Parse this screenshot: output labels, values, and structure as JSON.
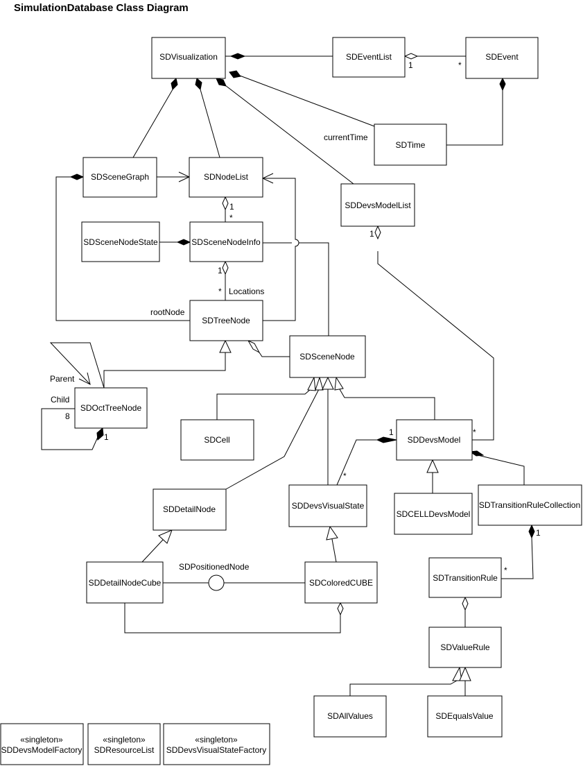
{
  "title": "SimulationDatabase Class Diagram",
  "classes": {
    "sdvisualization": "SDVisualization",
    "sdeventlist": "SDEventList",
    "sdevent": "SDEvent",
    "sdtime": "SDTime",
    "sdscenegraph": "SDSceneGraph",
    "sdnodelist": "SDNodeList",
    "sddevsmodellist": "SDDevsModelList",
    "sdscenenodestate": "SDSceneNodeState",
    "sdscenenodeinfo": "SDSceneNodeInfo",
    "sdtreenode": "SDTreeNode",
    "sdscenenode": "SDSceneNode",
    "sdocttreenode": "SDOctTreeNode",
    "sdcell": "SDCell",
    "sddevsmodel": "SDDevsModel",
    "sddetailnode": "SDDetailNode",
    "sddevsvisualstate": "SDDevsVisualState",
    "sdcelldevsmodel": "SDCELLDevsModel",
    "sdtransitionrulecollection": "SDTransitionRuleCollection",
    "sddetailnodecube": "SDDetailNodeCube",
    "sdcoloredcube": "SDColoredCUBE",
    "sdtransitionrule": "SDTransitionRule",
    "sdvaluerule": "SDValueRule",
    "sdallvalues": "SDAllValues",
    "sdequalsvalue": "SDEqualsValue",
    "sddevsmodelfactory": "SDDevsModelFactory",
    "sdresourcelist": "SDResourceList",
    "sddevsvisualstatefactory": "SDDevsVisualStateFactory"
  },
  "stereotypes": {
    "sddevsmodelfactory": "«singleton»",
    "sdresourcelist": "«singleton»",
    "sddevsvisualstatefactory": "«singleton»"
  },
  "labels": {
    "mult_eventlist_1": "1",
    "mult_event_star": "*",
    "role_currenttime": "currentTime",
    "mult_nodelist_1": "1",
    "mult_nodeinfo_star": "*",
    "mult_devslist_1": "1",
    "mult_nodeinfo_1": "1",
    "mult_treenode_star": "*",
    "role_locations": "Locations",
    "role_rootnode": "rootNode",
    "role_parent": "Parent",
    "role_child": "Child",
    "mult_oct_8": "8",
    "mult_oct_1": "1",
    "mult_devsmodel_1": "1",
    "mult_devsmodel_star": "*",
    "mult_visualstate_star": "*",
    "mult_rulecoll_1": "1",
    "mult_rule_star": "*",
    "interface_positioned": "SDPositionedNode"
  }
}
